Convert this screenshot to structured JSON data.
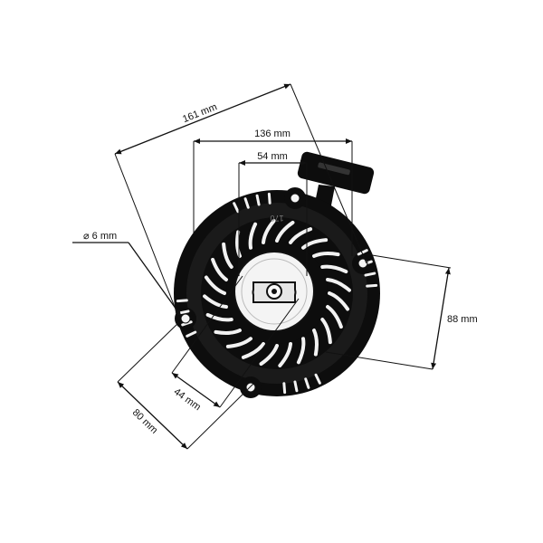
{
  "dimensions": {
    "overall_diameter": "161 mm",
    "mount_span": "136 mm",
    "inner_width": "54 mm",
    "hole_diameter": "⌀ 6 mm",
    "height": "88 mm",
    "hub_width": "44 mm",
    "bolt_distance": "80 mm"
  },
  "part_marking": "170",
  "colors": {
    "housing": "#0d0d0d",
    "pulley": "#f4f4f4",
    "lines": "#111111"
  }
}
